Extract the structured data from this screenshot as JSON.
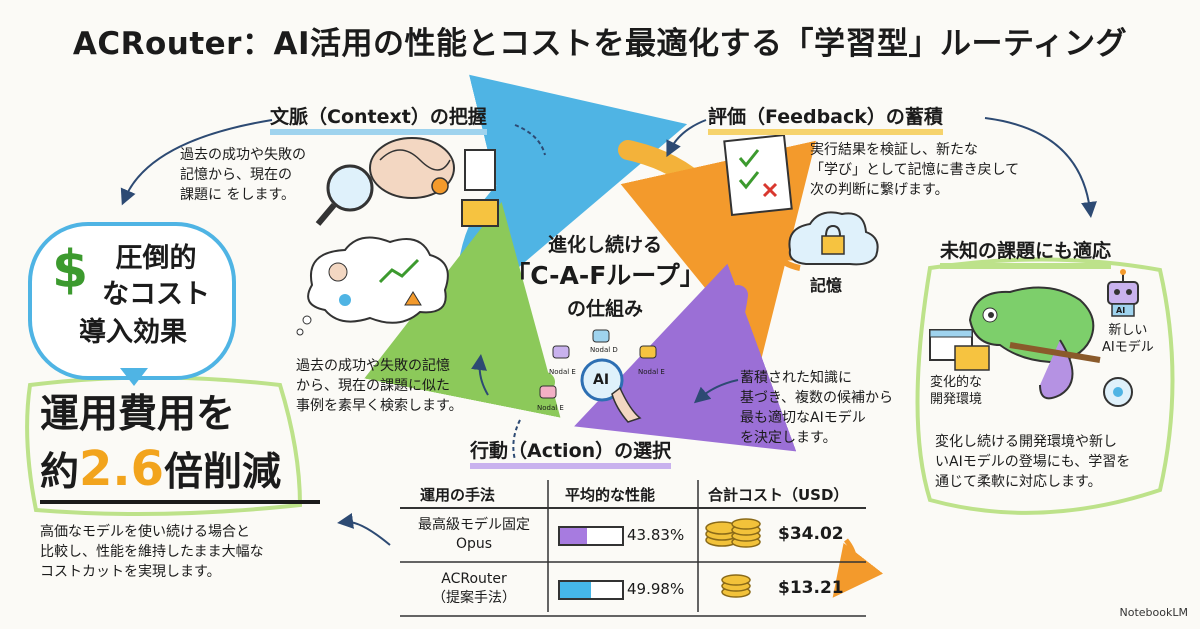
{
  "title": "ACRouter：AI活用の性能とコストを最適化する「学習型」ルーティング",
  "context": {
    "header": "文脈（Context）の把握",
    "desc_lines": [
      "過去の成功や失敗の",
      "記憶から、現在の",
      "課題に をします。"
    ]
  },
  "feedback": {
    "header": "評価（Feedback）の蓄積",
    "desc_lines": [
      "実行結果を検証し、新たな",
      "「学び」として記憶に書き戻して",
      "次の判断に繋げます。"
    ],
    "memory_label": "記憶"
  },
  "center": {
    "line1": "進化し続ける",
    "line2": "「C-A-Fループ」",
    "line3": "の仕組み"
  },
  "bubble": {
    "symbol": "$",
    "lines": [
      "圧倒的",
      "なコスト",
      "導入効果"
    ]
  },
  "reduction": {
    "line1": "運用費用を",
    "prefix": "約",
    "value": "2.6",
    "suffix": "倍削減",
    "desc_lines": [
      "高価なモデルを使い続ける場合と",
      "比較し、性能を維持したまま大幅な",
      "コストカットを実現します。"
    ]
  },
  "retrieval": {
    "desc_lines": [
      "過去の成功や失敗の記憶",
      "から、現在の課題に似た",
      "事例を素早く検索します。"
    ]
  },
  "action": {
    "header": "行動（Action）の選択",
    "desc_lines": [
      "蓄積された知識に",
      "基づき、複数の候補から",
      "最も適切なAIモデル",
      "を決定します。"
    ],
    "nodes": [
      "Nodal E",
      "Nodal D",
      "Nodal E",
      "Nodal E"
    ],
    "ai_label": "AI"
  },
  "adapt": {
    "header": "未知の課題にも適応",
    "new_model_lines": [
      "新しい",
      "AIモデル"
    ],
    "env_lines": [
      "変化的な",
      "開発環境"
    ],
    "ai_badge": "AI",
    "desc_lines": [
      "変化し続ける開発環境や新し",
      "いAIモデルの登場にも、学習を",
      "通じて柔軟に対応します。"
    ]
  },
  "table": {
    "headers": [
      "運用の手法",
      "平均的な性能",
      "合計コスト（USD）"
    ],
    "rows": [
      {
        "method_lines": [
          "最高級モデル固定",
          "Opus"
        ],
        "perf_label": "43.83%",
        "cost": "$34.02"
      },
      {
        "method_lines": [
          "ACRouter",
          "（提案手法）"
        ],
        "perf_label": "49.98%",
        "cost": "$13.21"
      }
    ]
  },
  "chart_data": {
    "type": "bar",
    "categories": [
      "最高級モデル固定 Opus",
      "ACRouter（提案手法）"
    ],
    "series": [
      {
        "name": "平均的な性能",
        "values": [
          43.83,
          49.98
        ]
      },
      {
        "name": "合計コスト（USD）",
        "values": [
          34.02,
          13.21
        ]
      }
    ]
  },
  "footer": "NotebookLM",
  "colors": {
    "blue": "#4fb4e4",
    "yellow": "#f6c340",
    "orange": "#f39a2c",
    "purple": "#9b6fd6",
    "green": "#8cc95a",
    "coin": "#f2c23a",
    "bar_purple": "#a77be0",
    "bar_blue": "#45b6e8"
  }
}
